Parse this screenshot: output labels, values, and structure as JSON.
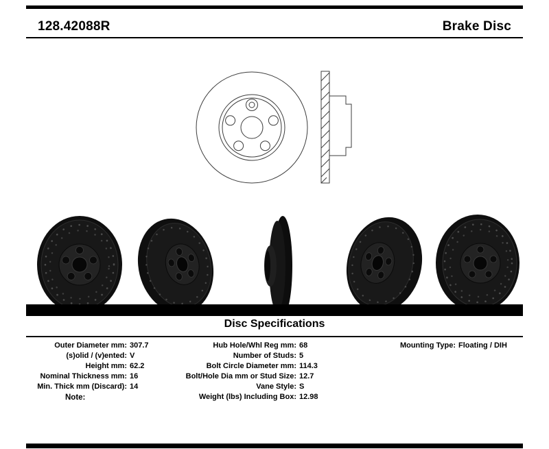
{
  "header": {
    "part_number": "128.42088R",
    "product_type": "Brake Disc"
  },
  "specifications": {
    "title": "Disc Specifications",
    "columns": {
      "left": [
        {
          "label": "Outer Diameter mm:",
          "value": "307.7"
        },
        {
          "label": "(s)olid / (v)ented:",
          "value": "V"
        },
        {
          "label": "Height mm:",
          "value": "62.2"
        },
        {
          "label": "Nominal Thickness mm:",
          "value": "16"
        },
        {
          "label": "Min. Thick mm (Discard):",
          "value": "14"
        }
      ],
      "middle": [
        {
          "label": "Hub Hole/Whl Reg mm:",
          "value": "68"
        },
        {
          "label": "Number of Studs:",
          "value": "5"
        },
        {
          "label": "Bolt Circle Diameter mm:",
          "value": "114.3"
        },
        {
          "label": "Bolt/Hole Dia mm or Stud Size:",
          "value": "12.7"
        },
        {
          "label": "Vane Style:",
          "value": "S"
        },
        {
          "label": "Weight (lbs) Including Box:",
          "value": "12.98"
        }
      ],
      "right": [
        {
          "label": "Mounting Type:",
          "value": "Floating / DIH"
        }
      ]
    },
    "note_label": "Note:"
  }
}
